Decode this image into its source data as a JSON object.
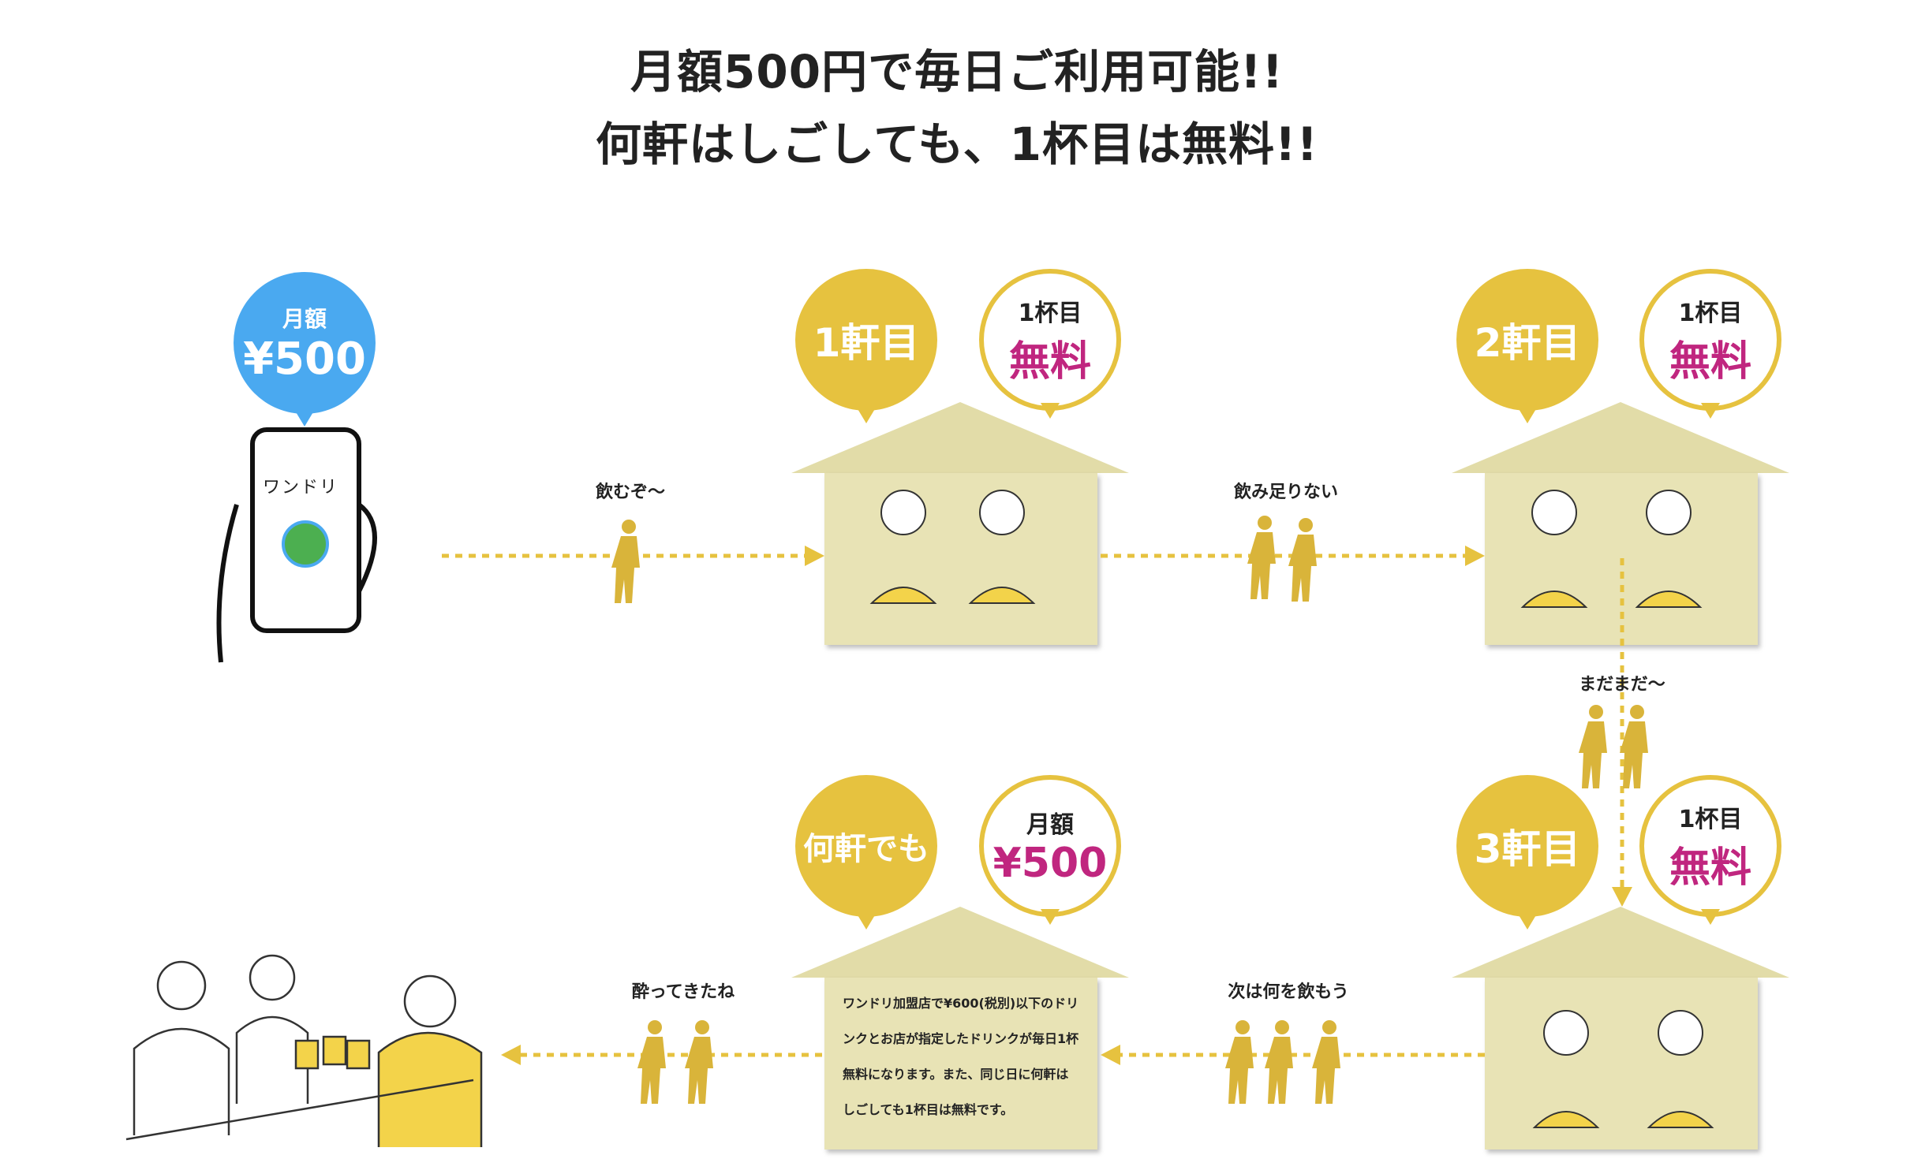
{
  "title": {
    "line1": "月額500円で毎日ご利用可能!!",
    "line2": "何軒はしごしても、1杯目は無料!!"
  },
  "app": {
    "bubble_top": "月額",
    "bubble_price": "¥500",
    "screen_text": "ワンドリ"
  },
  "stops": [
    {
      "badge": "1軒目",
      "cup": "1杯目",
      "free": "無料"
    },
    {
      "badge": "2軒目",
      "cup": "1杯目",
      "free": "無料"
    },
    {
      "badge": "3軒目",
      "cup": "1杯目",
      "free": "無料"
    },
    {
      "badge": "何軒でも",
      "cup": "月額",
      "free": "¥500"
    }
  ],
  "captions": {
    "c1": "飲むぞ〜",
    "c2": "飲み足りない",
    "c3": "まだまだ〜",
    "c4": "次は何を飲もう",
    "c5": "酔ってきたね"
  },
  "note": "ワンドリ加盟店で¥600(税別)以下のドリンクとお店が指定したドリンクが毎日1杯無料になります。また、同じ日に何軒はしごしても1杯目は無料です。",
  "colors": {
    "gold": "#e6c23f",
    "house": "#e8e3b5",
    "pink": "#c0267f",
    "blue": "#4aa9f0"
  }
}
